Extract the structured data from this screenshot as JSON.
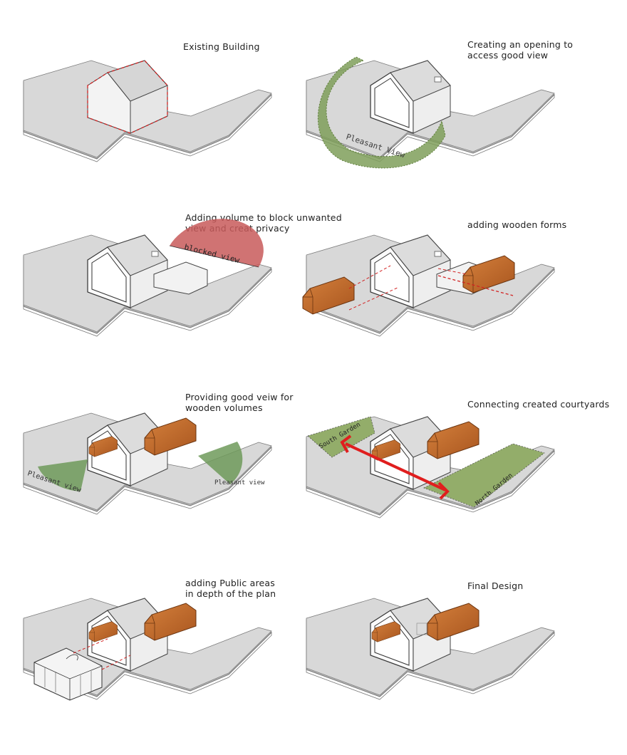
{
  "panels": [
    {
      "id": "existing",
      "caption": "Existing Building"
    },
    {
      "id": "opening",
      "caption": "Creating an opening to\naccess good view",
      "overlay_text": "Pleasant View"
    },
    {
      "id": "volume",
      "caption": "Adding volume to block unwanted\nview and creat privacy",
      "overlay_text": "blocked view"
    },
    {
      "id": "wooden",
      "caption": "adding wooden forms"
    },
    {
      "id": "viewsw",
      "caption": "Providing good veiw for\nwooden volumes",
      "overlay_text_left": "Pleasant view",
      "overlay_text_right": "Pleasant view"
    },
    {
      "id": "court",
      "caption": "Connecting created courtyards",
      "overlay_text_left": "South Garden",
      "overlay_text_right": "North Garden"
    },
    {
      "id": "public",
      "caption": "adding Public areas\nin depth of the plan"
    },
    {
      "id": "final",
      "caption": "Final Design"
    }
  ],
  "colors": {
    "ground": "#d4d4d4",
    "ground_edge": "#7a7a7a",
    "house_wall": "#f6f6f6",
    "house_roof": "#e2e2e2",
    "dash_red": "#d22222",
    "green_view": "#7f9f5a",
    "blocked_red": "#c85a5a",
    "wood": "#c2692c",
    "wood_dark": "#8a4416",
    "garden": "#93ad6a",
    "arrow": "#e01e1e"
  }
}
